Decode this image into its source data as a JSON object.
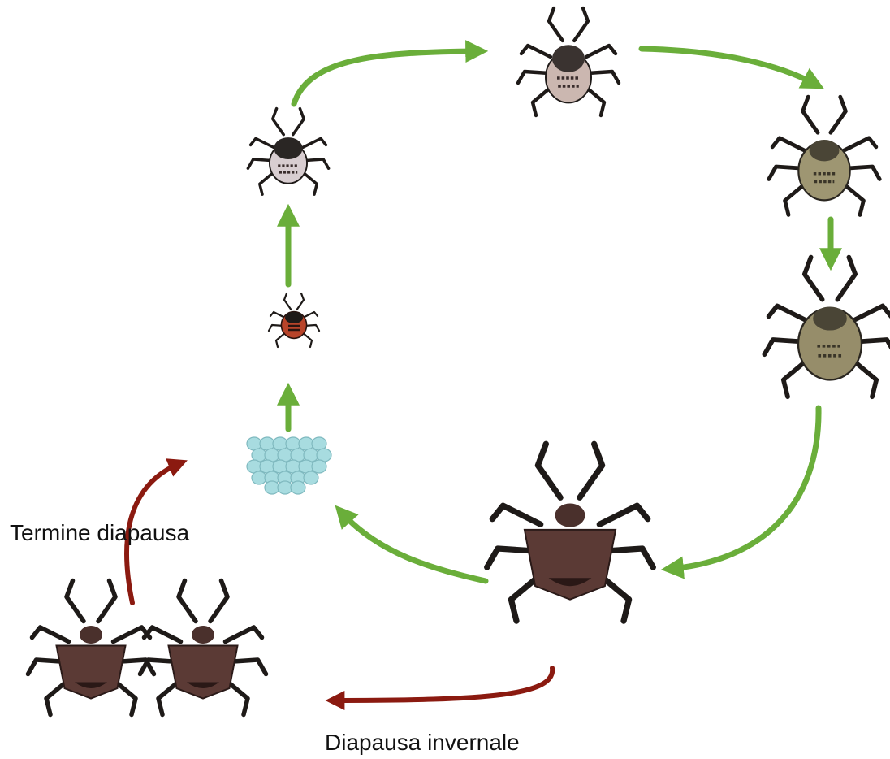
{
  "labels": {
    "diapause_end": "Termine diapausa",
    "winter_diapause": "Diapausa invernale"
  },
  "colors": {
    "cycle_arrow": "#6aae3a",
    "diapause_arrow": "#8b1a10",
    "adult_body": "#5b3a35",
    "late_nymph_body": "#7d7a5c",
    "first_instar_body": "#b8442a",
    "egg": "#a8dce0"
  },
  "stages": [
    {
      "id": "egg-mass",
      "icon": "egg-cluster-icon"
    },
    {
      "id": "nymph-1st-instar",
      "icon": "red-nymph-icon"
    },
    {
      "id": "nymph-2nd-instar",
      "icon": "dark-nymph-icon"
    },
    {
      "id": "nymph-3rd-instar",
      "icon": "dark-nymph-icon"
    },
    {
      "id": "nymph-4th-instar",
      "icon": "speckled-nymph-icon"
    },
    {
      "id": "nymph-5th-instar",
      "icon": "speckled-nymph-icon"
    },
    {
      "id": "adult",
      "icon": "stink-bug-adult-icon"
    },
    {
      "id": "overwintering-adults",
      "icon": "stink-bug-adult-icon"
    }
  ]
}
